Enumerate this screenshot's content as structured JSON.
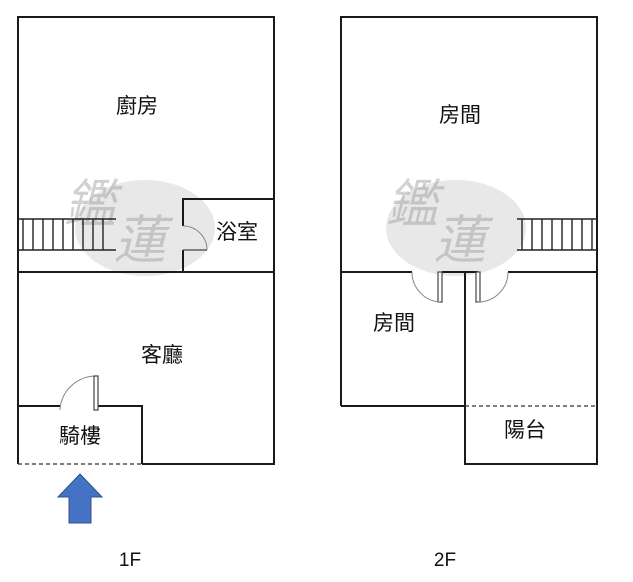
{
  "floors": [
    {
      "id": "1F",
      "label": "1F",
      "rooms": {
        "kitchen": "廚房",
        "bathroom": "浴室",
        "living_room": "客廳",
        "arcade": "騎樓"
      },
      "entrance": {
        "icon": "up-arrow-icon",
        "color": "#4472c4"
      }
    },
    {
      "id": "2F",
      "label": "2F",
      "rooms": {
        "bedroom_main": "房間",
        "bedroom_small": "房間",
        "balcony": "陽台"
      }
    }
  ],
  "watermark": {
    "chars": [
      "鑑",
      "蓮"
    ]
  },
  "colors": {
    "wall": "#1a1a1a",
    "arrow": "#4472c4",
    "background": "#ffffff"
  }
}
